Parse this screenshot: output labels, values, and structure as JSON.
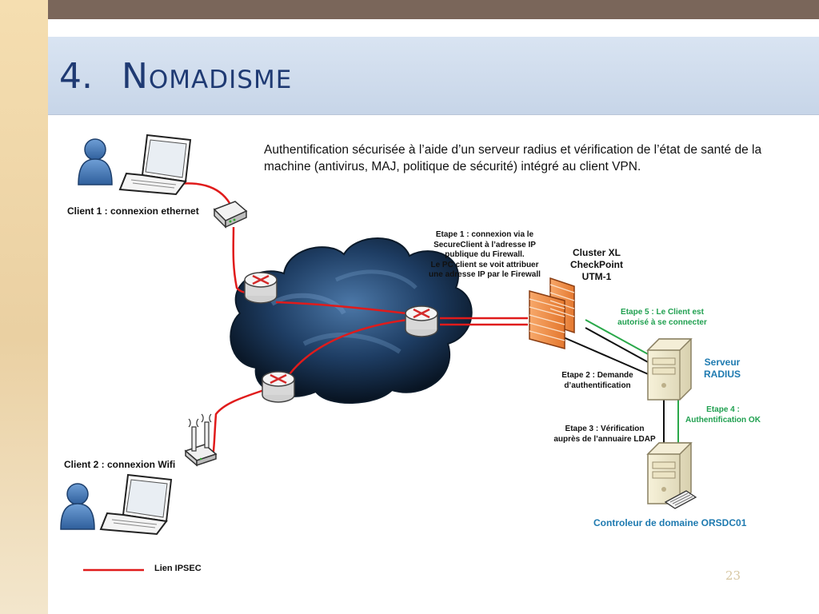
{
  "slide": {
    "title_number": "4.",
    "title_text": "Nomadisme",
    "intro": "Authentification sécurisée à l’aide d’un serveur radius et vérification de l’état de santé de la machine (antivirus, MAJ, politique de sécurité) intégré au client VPN.",
    "page_number": "23"
  },
  "diagram": {
    "client1_label": "Client 1 : connexion ethernet",
    "client2_label": "Client 2 : connexion Wifi",
    "etape1": [
      "Etape 1 : connexion via le",
      "SecureClient à l’adresse IP",
      "publique du Firewall.",
      "Le PC client se voit attribuer",
      "une adresse IP par le Firewall"
    ],
    "cluster_label": [
      "Cluster XL",
      "CheckPoint",
      "UTM-1"
    ],
    "etape5": [
      "Etape 5 : Le Client est",
      "autorisé à se connecter"
    ],
    "server_label": [
      "Serveur",
      "RADIUS"
    ],
    "etape2": [
      "Etape 2 : Demande",
      "d’authentification"
    ],
    "etape4": [
      "Etape 4 :",
      "Authentification OK"
    ],
    "etape3": [
      "Etape 3 : Vérification",
      "auprès de l’annuaire LDAP"
    ],
    "domain_controller_label": "Controleur de domaine ORSDC01",
    "legend_label": "Lien IPSEC"
  },
  "colors": {
    "ipsec_link": "#e01b1b",
    "green_link": "#2aa84a",
    "title": "#1f3a73",
    "server_label": "#1e7ab0"
  }
}
